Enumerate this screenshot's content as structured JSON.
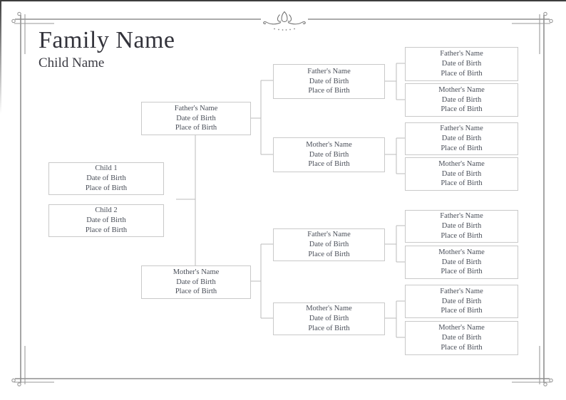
{
  "header": {
    "family_name": "Family Name",
    "child_name": "Child Name"
  },
  "labels": {
    "date_of_birth": "Date of Birth",
    "place_of_birth": "Place of Birth"
  },
  "decor": {
    "frame_color": "#8f8f8f",
    "connector_color": "#bbbbbb",
    "box_border_color": "#c9c9c9",
    "text_color": "#4a4f59",
    "ornament_icon": "lotus-flourish"
  },
  "tree": {
    "children": [
      {
        "name": "Child 1",
        "date": "Date of Birth",
        "place": "Place of Birth"
      },
      {
        "name": "Child 2",
        "date": "Date of Birth",
        "place": "Place of Birth"
      }
    ],
    "parents": [
      {
        "name": "Father's Name",
        "date": "Date of Birth",
        "place": "Place of Birth"
      },
      {
        "name": "Mother's Name",
        "date": "Date of Birth",
        "place": "Place of Birth"
      }
    ],
    "grandparents": [
      {
        "name": "Father's Name",
        "date": "Date of Birth",
        "place": "Place of Birth"
      },
      {
        "name": "Mother's Name",
        "date": "Date of Birth",
        "place": "Place of Birth"
      },
      {
        "name": "Father's Name",
        "date": "Date of Birth",
        "place": "Place of Birth"
      },
      {
        "name": "Mother's Name",
        "date": "Date of Birth",
        "place": "Place of Birth"
      }
    ],
    "great_grandparents": [
      {
        "name": "Father's Name",
        "date": "Date of Birth",
        "place": "Place of Birth"
      },
      {
        "name": "Mother's Name",
        "date": "Date of Birth",
        "place": "Place of Birth"
      },
      {
        "name": "Father's Name",
        "date": "Date of Birth",
        "place": "Place of Birth"
      },
      {
        "name": "Mother's Name",
        "date": "Date of Birth",
        "place": "Place of Birth"
      },
      {
        "name": "Father's Name",
        "date": "Date of Birth",
        "place": "Place of Birth"
      },
      {
        "name": "Mother's Name",
        "date": "Date of Birth",
        "place": "Place of Birth"
      },
      {
        "name": "Father's Name",
        "date": "Date of Birth",
        "place": "Place of Birth"
      },
      {
        "name": "Mother's Name",
        "date": "Date of Birth",
        "place": "Place of Birth"
      }
    ]
  }
}
